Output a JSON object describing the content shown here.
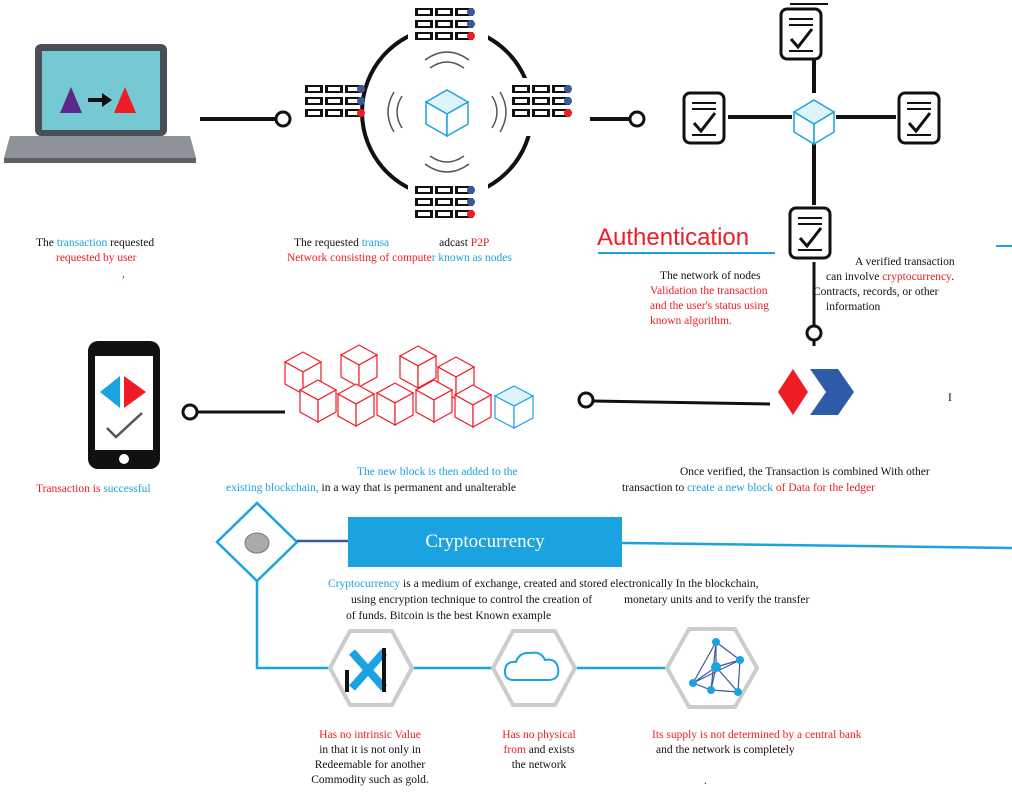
{
  "step1": {
    "a": "The ",
    "b": "transaction",
    "c": " requested",
    "d": "requested by user",
    "e": ","
  },
  "step2": {
    "a": "The requested  ",
    "b": "transa",
    "c": "adcast  ",
    "d": "P2P",
    "e": "Network consisting of compute",
    "f": "r known as nodes"
  },
  "authentication": "Authentication",
  "step3": {
    "l1": "The network of nodes",
    "l2": "Validation the transaction",
    "l3": "and the user's status using",
    "l4": "known algorithm."
  },
  "step4": {
    "l1": "A verified transaction",
    "l2a": "can involve ",
    "l2b": "cryptocurrency",
    "l2c": ".",
    "l3": "Contracts, records, or other",
    "l4": "information"
  },
  "step5": {
    "l1": "Once verified, the Transaction is combined With other",
    "l2a": "transaction to  ",
    "l2b": "create a new block",
    "l2c": " of Data for the ledger"
  },
  "step6": {
    "l1": "The new block is then added to the",
    "l2a": "existing blockchain,",
    "l2b": " in a way that is permanent and unalterable"
  },
  "step7": {
    "a": "Transaction is ",
    "b": "successful"
  },
  "cryptocurrency": {
    "banner": "Cryptocurrency",
    "desc1a": "Cryptocurrency",
    "desc1b": " is a medium of exchange, created and stored electronically In the blockchain,",
    "desc2a": "using encryption technique to control the creation of",
    "desc2b": "monetary units and to verify the transfer",
    "desc3": "of funds. Bitcoin is the best Known example"
  },
  "prop1": {
    "l1": "Has no intrinsic  Value",
    "l2": "in that it is not only in",
    "l3": "Redeemable for another",
    "l4": "Commodity such as gold."
  },
  "prop2": {
    "l1": "Has no physical",
    "l2a": "from",
    "l2b": " and exists",
    "l3": "the network"
  },
  "prop3": {
    "l1": "Its supply is not determined by a central bank",
    "l2": "and the network is completely",
    "l3": "."
  },
  "stray_mark": "I",
  "colors": {
    "accent": "#1aa3e0",
    "red": "#ee1c24",
    "dark": "#111111"
  }
}
